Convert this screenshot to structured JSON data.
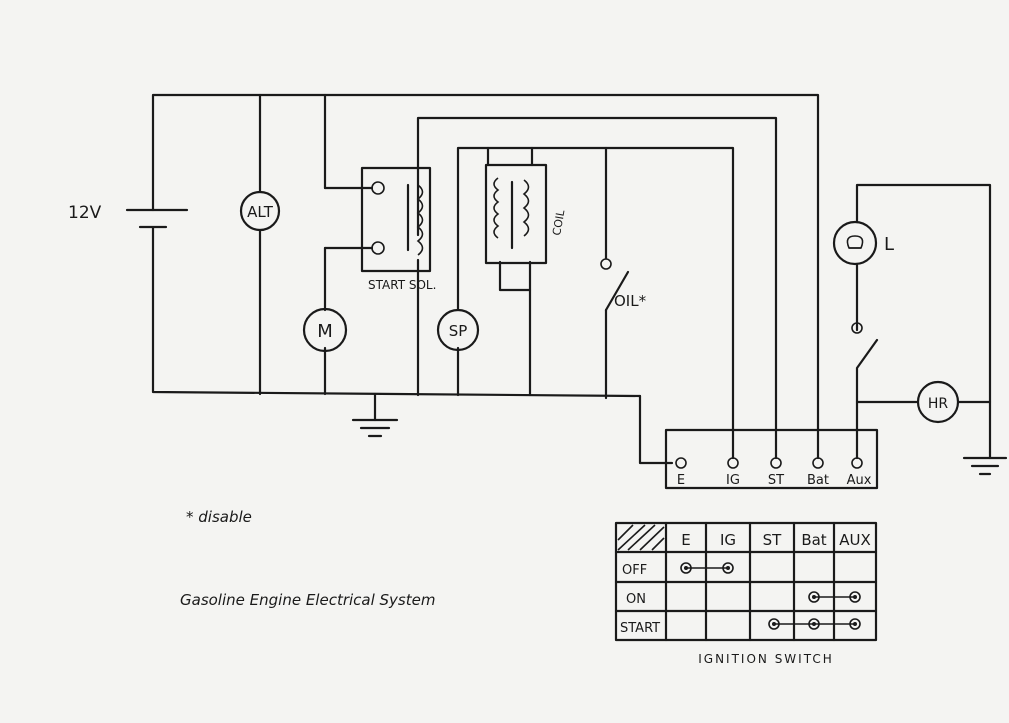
{
  "diagram": {
    "title": "Gasoline Engine Electrical System",
    "footnote": "* disable",
    "battery_label": "12V",
    "components": {
      "alternator": "ALT",
      "motor": "M",
      "spark_plug": "SP",
      "lamp": "L",
      "hour_meter": "HR",
      "start_solenoid": "START SOL.",
      "coil": "COIL",
      "oil_switch": "OIL*"
    },
    "terminals": [
      "E",
      "IG",
      "ST",
      "Bat",
      "Aux"
    ]
  },
  "ignition_table": {
    "caption": "IGNITION SWITCH",
    "columns": [
      "E",
      "IG",
      "ST",
      "Bat",
      "AUX"
    ],
    "rows": [
      "OFF",
      "ON",
      "START"
    ]
  },
  "colors": {
    "ink": "#1a1a1a",
    "paper": "#f4f4f2"
  }
}
